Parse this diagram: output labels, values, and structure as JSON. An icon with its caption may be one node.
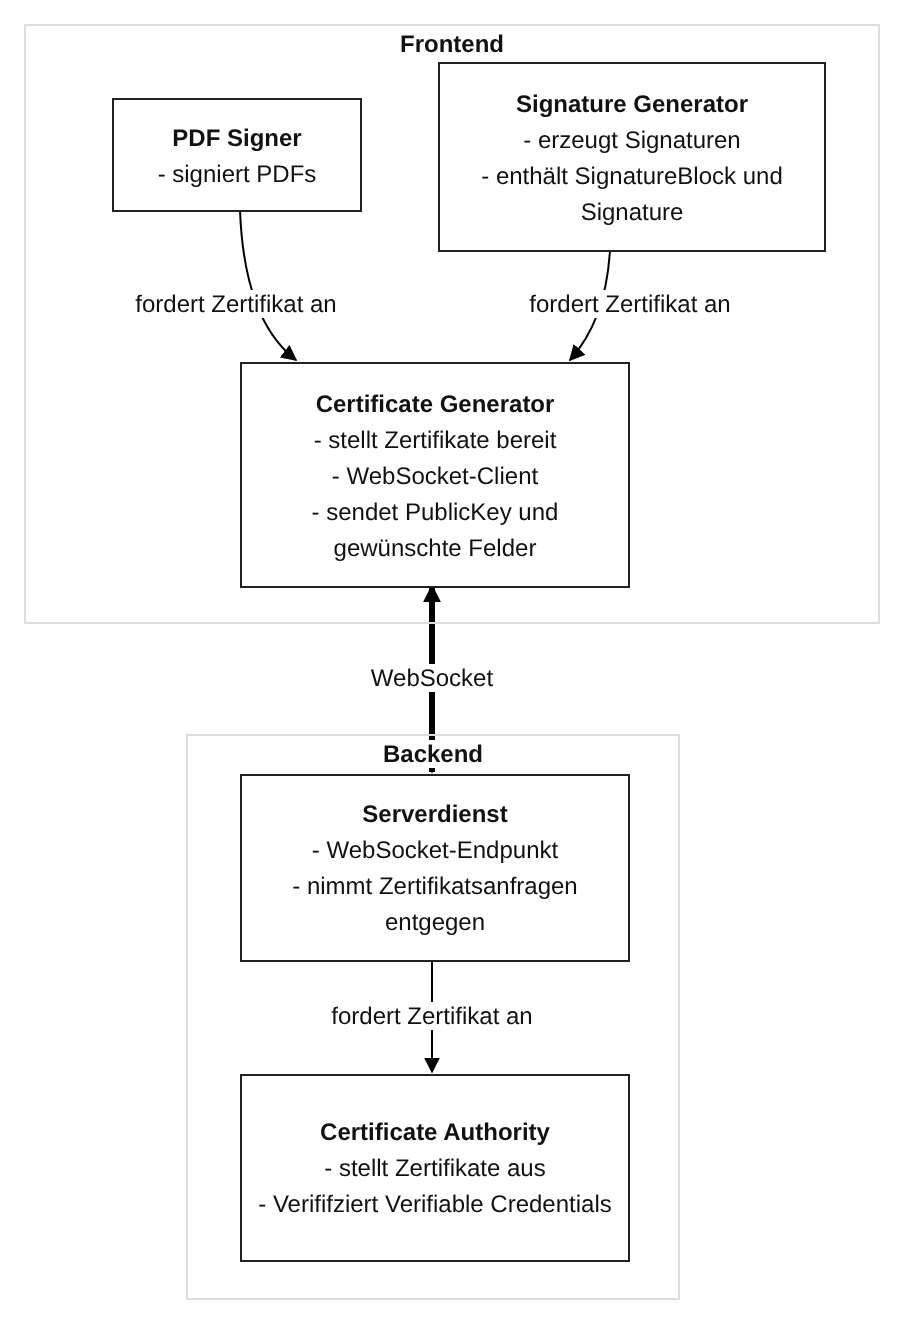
{
  "diagram": {
    "nodes": [
      {
        "text": [
          "Frontend"
        ]
      },
      {
        "text": [
          "PDF Signer",
          "- signiert PDFs"
        ],
        "in": 0
      },
      {
        "text": [
          "Signature Generator",
          "- erzeugt Signaturen",
          "- enthält SignatureBlock und Signature"
        ],
        "in": 0
      },
      {
        "text": [
          "Certificate Generator",
          "- stellt Zertifikate bereit",
          "- WebSocket-Client",
          "- sendet PublicKey und gewünschte Felder"
        ],
        "in": 0
      },
      {
        "text": [
          "Backend"
        ]
      },
      {
        "text": [
          "Serverdienst",
          "- WebSocket-Endpunkt",
          "- nimmt Zertifikatsanfragen entgegen"
        ],
        "in": 4
      },
      {
        "text": [
          "Certificate Authority",
          "- stellt Zertifikate aus",
          "- Verififziert Verifiable Credentials"
        ],
        "in": 4
      }
    ],
    "edges": [
      {
        "from": 1,
        "to": 3,
        "arrow": "to",
        "label": "fordert Zertifikat an"
      },
      {
        "from": 2,
        "to": 3,
        "arrow": "to",
        "label": "fordert Zertifikat an"
      },
      {
        "from": 3,
        "to": 5,
        "arrow": "both",
        "label": "WebSocket",
        "style": "thick"
      },
      {
        "from": 5,
        "to": 6,
        "arrow": "to",
        "label": "fordert Zertifikat an"
      }
    ]
  }
}
